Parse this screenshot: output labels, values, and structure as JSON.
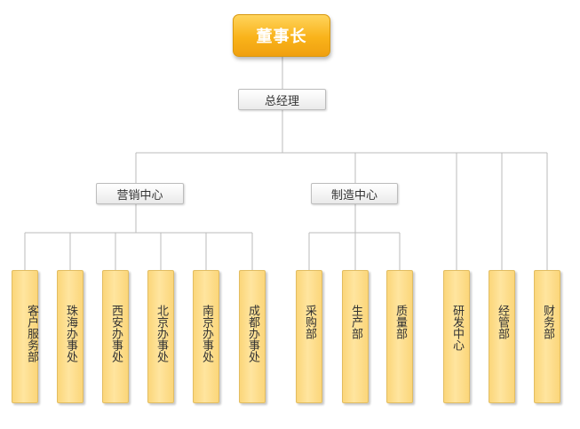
{
  "chairman": "董事长",
  "general_manager": "总经理",
  "sales_center": "营销中心",
  "manufacturing_center": "制造中心",
  "sales_departments": [
    "客户服务部",
    "珠海办事处",
    "西安办事处",
    "北京办事处",
    "南京办事处",
    "成都办事处"
  ],
  "manufacturing_departments": [
    "采购部",
    "生产部",
    "质量部"
  ],
  "direct_departments": [
    "研发中心",
    "经管部",
    "财务部"
  ],
  "colors": {
    "node_orange": "#f9b31a",
    "dept_fill": "#ffe59f",
    "line": "#bbbbbb"
  }
}
